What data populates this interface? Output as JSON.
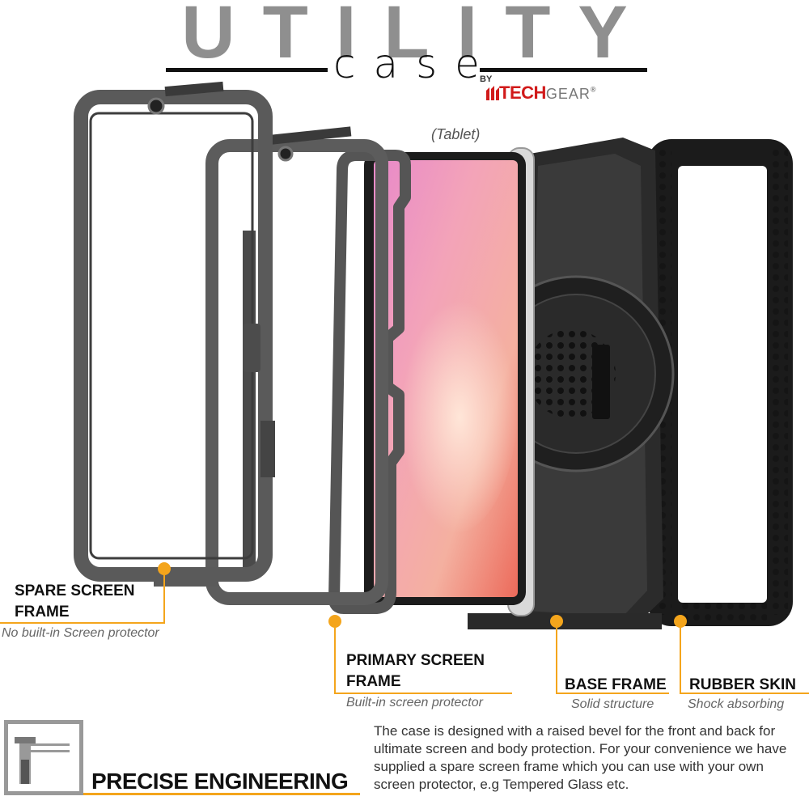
{
  "header": {
    "title": "UTILITY",
    "subtitle": "case",
    "by": "BY",
    "brand_part1": "TECH",
    "brand_part2": "GEAR",
    "registered": "®"
  },
  "components": {
    "tablet_label": "(Tablet)",
    "spare": {
      "title_line1": "SPARE SCREEN",
      "title_line2": "FRAME",
      "subtitle": "No built-in Screen protector"
    },
    "primary": {
      "title_line1": "PRIMARY SCREEN",
      "title_line2": "FRAME",
      "subtitle": "Built-in screen protector"
    },
    "base": {
      "title": "BASE FRAME",
      "subtitle": "Solid structure"
    },
    "rubber": {
      "title": "RUBBER SKIN",
      "subtitle": "Shock absorbing"
    }
  },
  "footer": {
    "heading": "PRECISE ENGINEERING",
    "description": "The case is designed with a raised bevel for the front and back for ultimate screen and body protection. For your convenience we have supplied a spare screen frame which you can use with your own screen protector, e.g Tempered Glass etc."
  },
  "colors": {
    "accent": "#f4a51c",
    "brand_red": "#d11a1a",
    "title_gray": "#8f8f8f"
  }
}
